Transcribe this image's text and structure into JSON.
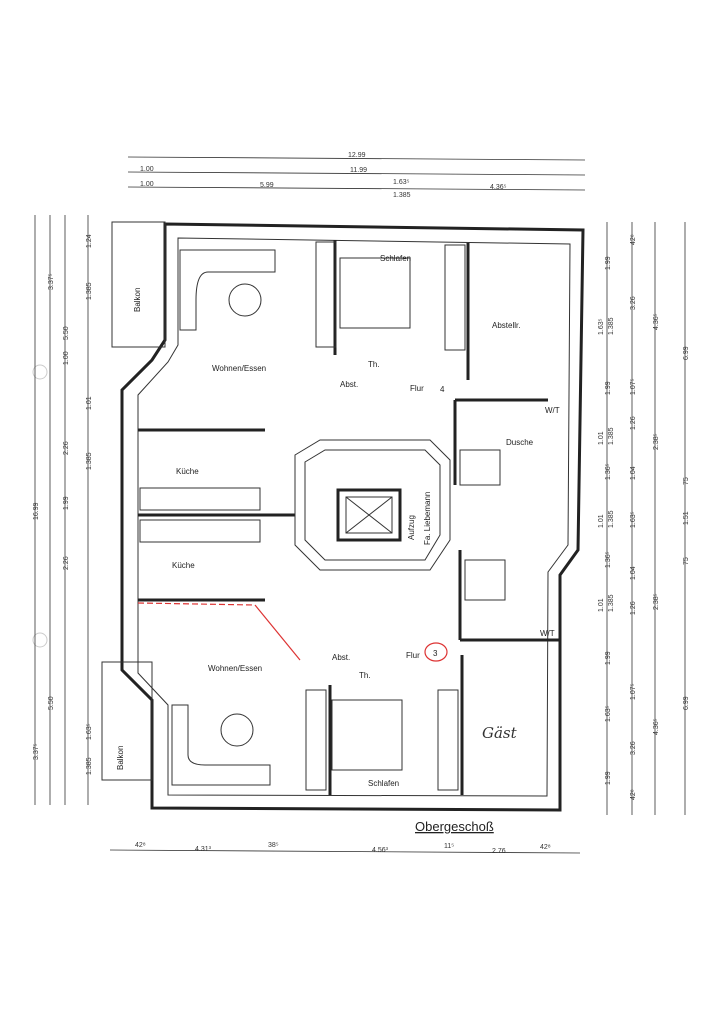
{
  "title": "Obergeschoß",
  "rooms": {
    "balkon_top": "Balkon",
    "balkon_bottom": "Balkon",
    "wohnen_top": "Wohnen/Essen",
    "wohnen_bottom": "Wohnen/Essen",
    "schlafen_top": "Schlafen",
    "schlafen_bottom": "Schlafen",
    "abstell": "Abstellr.",
    "abst_top": "Abst.",
    "abst_bottom": "Abst.",
    "th_top": "Th.",
    "th_bottom": "Th.",
    "flur_top": "Flur",
    "flur_top_num": "4",
    "flur_bottom": "Flur",
    "flur_bottom_num": "3",
    "kueche_top": "Küche",
    "kueche_bottom": "Küche",
    "dusche": "Dusche",
    "wt_top": "W/T",
    "wt_bottom": "W/T",
    "aufzug": "Aufzug",
    "aufzug_firm": "Fa. Liebemann",
    "handwritten_guest": "Gäst"
  },
  "dimensions": {
    "top": [
      "12.99",
      "1.00",
      "11.99",
      "1.00",
      "5.99",
      "1.63⁵",
      "1.385",
      "4.36⁵"
    ],
    "bottom": [
      "42⁸",
      "4.31³",
      "38⁵",
      "4.56³",
      "11⁵",
      "2.76",
      "42⁸"
    ],
    "left": [
      "16.99",
      "3.37⁵",
      "5.50",
      "1.00",
      "2.26",
      "1.99",
      "2.26",
      "5.50",
      "3.37⁵",
      "1.24",
      "1.385",
      "1.01",
      "1.385",
      "1.63⁵",
      "1.385"
    ],
    "right": [
      "1.99",
      "1.63⁵",
      "1.385",
      "1.99",
      "1.01",
      "1.385",
      "1.36⁵",
      "1.01",
      "1.385",
      "1.36⁵",
      "1.01",
      "1.385",
      "1.99",
      "1.63⁵",
      "1.99",
      "42⁸",
      "3.26",
      "1.07⁵",
      "1.26",
      "1.04",
      "1.63⁵",
      "1.04",
      "1.26",
      "1.07⁵",
      "3.26",
      "42⁸",
      "4.36⁵",
      "2.38⁵",
      "2.38⁵",
      "4.36⁵",
      "6.99",
      "75",
      "1.51",
      "75",
      "6.99"
    ]
  }
}
